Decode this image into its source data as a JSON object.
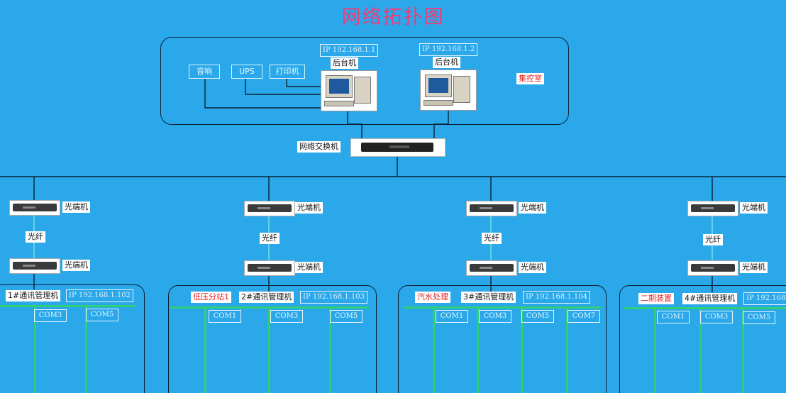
{
  "title": "网络拓扑图",
  "control_room": {
    "devices": [
      "音响",
      "UPS",
      "打印机"
    ],
    "workstations": [
      {
        "ip": "IP 192.168.1.1",
        "label": "后台机"
      },
      {
        "ip": "IP 192.168.1.2",
        "label": "后台机"
      }
    ],
    "room_label": "集控室"
  },
  "switch": {
    "label": "网络交换机"
  },
  "branches": [
    {
      "fiber_top": "光端机",
      "fiber_link": "光纤",
      "fiber_bottom": "光端机",
      "site_label": "",
      "mgr_label": "1#通讯管理机",
      "ip": "IP 192.168.1.102",
      "coms": [
        "COM3",
        "COM5"
      ]
    },
    {
      "fiber_top": "光端机",
      "fiber_link": "光纤",
      "fiber_bottom": "光端机",
      "site_label": "低压分站1",
      "mgr_label": "2#通讯管理机",
      "ip": "IP 192.168.1.103",
      "coms": [
        "COM1",
        "COM3",
        "COM5"
      ]
    },
    {
      "fiber_top": "光端机",
      "fiber_link": "光纤",
      "fiber_bottom": "光端机",
      "site_label": "汽水处理",
      "mgr_label": "3#通讯管理机",
      "ip": "IP 192.168.1.104",
      "coms": [
        "COM1",
        "COM3",
        "COM5",
        "COM7"
      ]
    },
    {
      "fiber_top": "光端机",
      "fiber_link": "光纤",
      "fiber_bottom": "光端机",
      "site_label": "二期装置",
      "mgr_label": "4#通讯管理机",
      "ip": "IP 192.168",
      "coms": [
        "COM1",
        "COM3",
        "COM5"
      ]
    }
  ],
  "colors": {
    "background": "#2aa8ea",
    "title": "#e8407a",
    "bus": "#2fcf7a",
    "line": "#0b2238"
  }
}
